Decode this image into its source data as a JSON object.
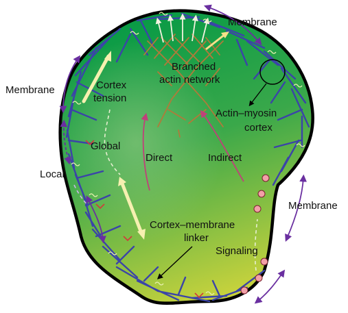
{
  "labels": {
    "membrane_top": "Membrane",
    "membrane_left": "Membrane",
    "membrane_right": "Membrane",
    "branched_line1": "Branched",
    "branched_line2": "actin network",
    "cortex_line1": "Cortex",
    "cortex_line2": "tension",
    "actomyosin_line1": "Actin–myosin",
    "actomyosin_line2": "cortex",
    "global": "Global",
    "direct": "Direct",
    "indirect": "Indirect",
    "local": "Local",
    "linker_line1": "Cortex–membrane",
    "linker_line2": "linker",
    "signaling": "Signaling"
  },
  "colors": {
    "cell_gradient_top": "#0a9e4a",
    "cell_gradient_bottom": "#c8d23a",
    "cell_outline": "#000000",
    "actin_filament": "#3b44a8",
    "branched_network": "#b07a3a",
    "arrow_magenta": "#c0407a",
    "arrow_purple": "#6a2fa0",
    "signal_dots": "#f2a0a8",
    "tension_arrow": "#f6f0b0"
  },
  "icons": {
    "linker": "squiggle-icon",
    "signal": "circle-dot-icon"
  }
}
